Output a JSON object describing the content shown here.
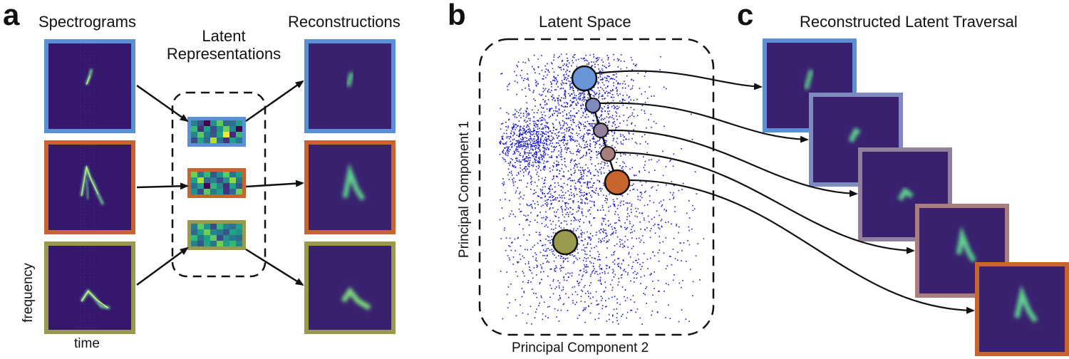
{
  "panel_a": {
    "letter": "a",
    "spectrograms_title": "Spectrograms",
    "latent_title_line1": "Latent",
    "latent_title_line2": "Representations",
    "reconstructions_title": "Reconstructions",
    "y_axis_label": "frequency",
    "x_axis_label": "time"
  },
  "panel_b": {
    "letter": "b",
    "title": "Latent Space",
    "x_axis_label": "Principal Component 2",
    "y_axis_label": "Principal Component 1"
  },
  "panel_c": {
    "letter": "c",
    "title": "Reconstructed Latent Traversal"
  },
  "colors": {
    "blue": "#5b8fd6",
    "orange": "#c8652e",
    "olive": "#9a9a4c",
    "purple_blue": "#7f8ac1",
    "mauve": "#93809b",
    "rose_brown": "#a97e7c",
    "spectrogram_bg": "#35176d",
    "scatter_point": "#1a1acc"
  },
  "icons": [
    "dashed-rounded-box",
    "arrow",
    "spectrogram-image",
    "latent-grid",
    "scatter-cloud",
    "traversal-circle"
  ]
}
